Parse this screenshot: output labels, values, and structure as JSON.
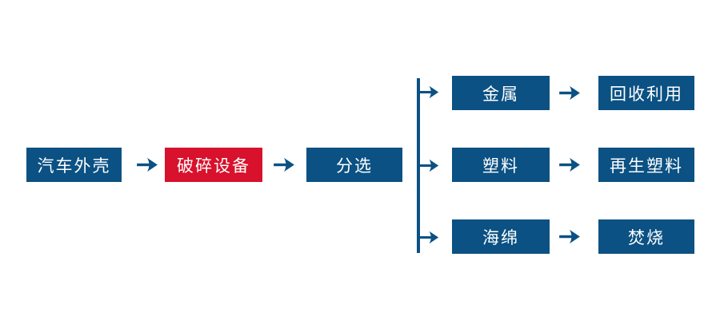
{
  "colors": {
    "primary_blue": "#0b5183",
    "accent_red": "#d8112c",
    "node_text": "#ffffff",
    "background": "#ffffff"
  },
  "diagram": {
    "type": "flowchart",
    "title": "",
    "main_chain": [
      {
        "label": "汽车外壳",
        "style": "blue"
      },
      {
        "label": "破碎设备",
        "style": "red"
      },
      {
        "label": "分选",
        "style": "blue"
      }
    ],
    "branches": [
      {
        "material": "金属",
        "destination": "回收利用"
      },
      {
        "material": "塑料",
        "destination": "再生塑料"
      },
      {
        "material": "海绵",
        "destination": "焚烧"
      }
    ],
    "arrow_icon": "arrow-right-icon"
  }
}
